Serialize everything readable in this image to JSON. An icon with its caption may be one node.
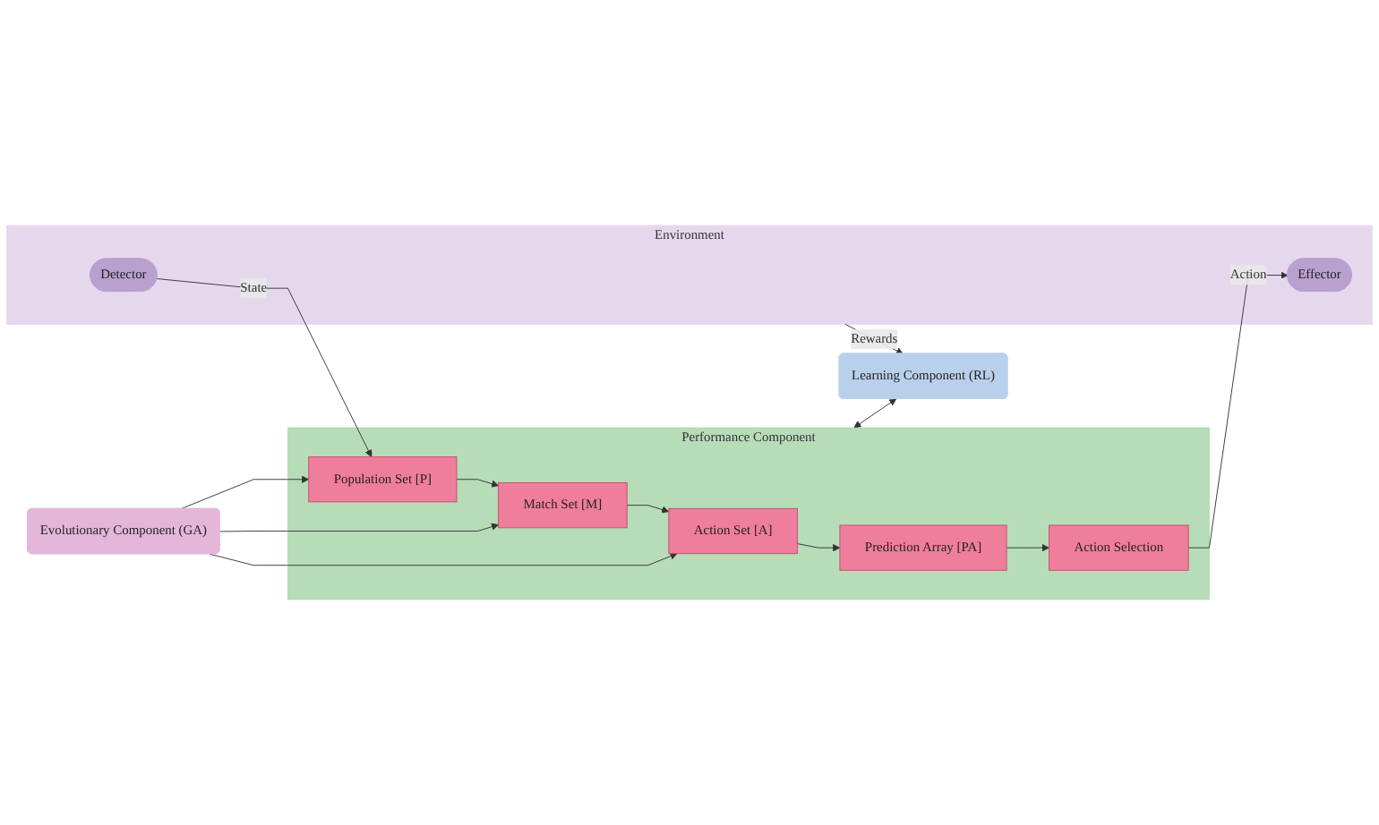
{
  "diagram": {
    "nodes": [
      {
        "text": [
          "Evolutionary Component (GA)"
        ]
      },
      {
        "text": [
          "Performance Component"
        ]
      },
      {
        "text": [
          "Action Set [A]"
        ],
        "in": 1
      },
      {
        "text": [
          "Prediction Array [PA]"
        ],
        "in": 1
      },
      {
        "text": [
          "Match Set [M]"
        ],
        "in": 1
      },
      {
        "text": [
          "Action Selection"
        ],
        "in": 1
      },
      {
        "text": [
          "Population Set [P]"
        ],
        "in": 1
      },
      {
        "text": [
          "Learning Component (RL)"
        ]
      },
      {
        "text": [
          "Environment"
        ]
      },
      {
        "text": [
          "Detector"
        ],
        "in": 8
      },
      {
        "text": [
          "Effector"
        ],
        "in": 8
      }
    ],
    "edges": [
      {
        "from": 0,
        "to": 2,
        "arrow": "to"
      },
      {
        "from": 0,
        "to": 4,
        "arrow": "to"
      },
      {
        "from": 0,
        "to": 6,
        "arrow": "to"
      },
      {
        "from": 2,
        "to": 3,
        "arrow": "to"
      },
      {
        "from": 4,
        "to": 2,
        "arrow": "to"
      },
      {
        "from": 3,
        "to": 5,
        "arrow": "to"
      },
      {
        "from": 6,
        "to": 4,
        "arrow": "to"
      },
      {
        "from": 1,
        "to": 7,
        "arrow": "both"
      },
      {
        "from": 9,
        "to": 6,
        "arrow": "to",
        "label": "State"
      },
      {
        "from": 5,
        "to": 10,
        "arrow": "to",
        "label": "Action"
      },
      {
        "from": 8,
        "to": 7,
        "arrow": "to",
        "label": "Rewards"
      }
    ]
  }
}
